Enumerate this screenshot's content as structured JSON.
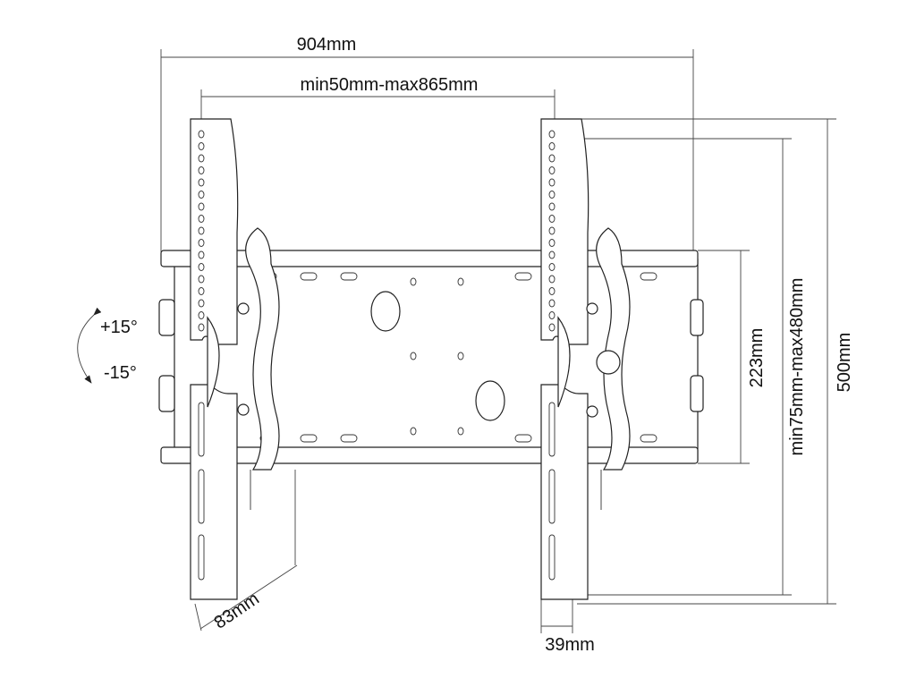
{
  "dimensions": {
    "overall_width": "904mm",
    "arm_spacing": "min50mm-max865mm",
    "overall_height": "500mm",
    "arm_vesa_height": "min75mm-max480mm",
    "plate_height": "223mm",
    "depth_max": "83mm",
    "depth_min": "39mm"
  },
  "tilt": {
    "up": "+15°",
    "down": "-15°"
  },
  "colors": {
    "line": "#222222",
    "background": "#ffffff"
  }
}
